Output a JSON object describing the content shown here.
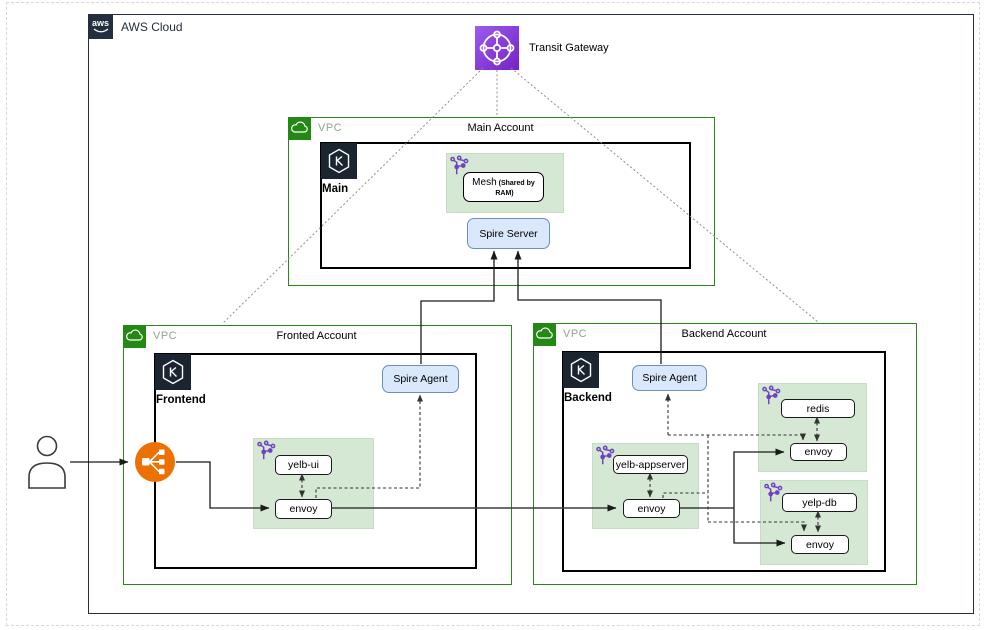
{
  "aws": {
    "logo_word": "aws",
    "cloud_label": "AWS Cloud"
  },
  "transit_gateway": {
    "label": "Transit Gateway"
  },
  "main_account": {
    "vpc_tag": "VPC",
    "title": "Main Account",
    "cluster_name": "Main",
    "mesh_label": "Mesh",
    "mesh_note_line1": "(Shared by",
    "mesh_note_line2": "RAM)",
    "spire_server_label": "Spire Server"
  },
  "frontend_account": {
    "vpc_tag": "VPC",
    "title": "Fronted Account",
    "cluster_name": "Frontend",
    "spire_agent_label": "Spire Agent",
    "service_label": "yelb-ui",
    "proxy_label": "envoy"
  },
  "backend_account": {
    "vpc_tag": "VPC",
    "title": "Backend Account",
    "cluster_name": "Backend",
    "spire_agent_label": "Spire Agent",
    "groups": [
      {
        "service": "yelb-appserver",
        "proxy": "envoy"
      },
      {
        "service": "redis",
        "proxy": "envoy"
      },
      {
        "service": "yelp-db",
        "proxy": "envoy"
      }
    ]
  },
  "colors": {
    "vpc_green": "#248814",
    "aws_dark": "#232f3e",
    "mesh_area_green": "#d5e8d4",
    "spire_fill": "#dae8fc",
    "spire_border": "#6c8ebf",
    "transit_gateway_purple": "#7c35d2",
    "load_balancer_orange": "#ed7100",
    "mesh_icon_purple": "#6f42c1"
  }
}
